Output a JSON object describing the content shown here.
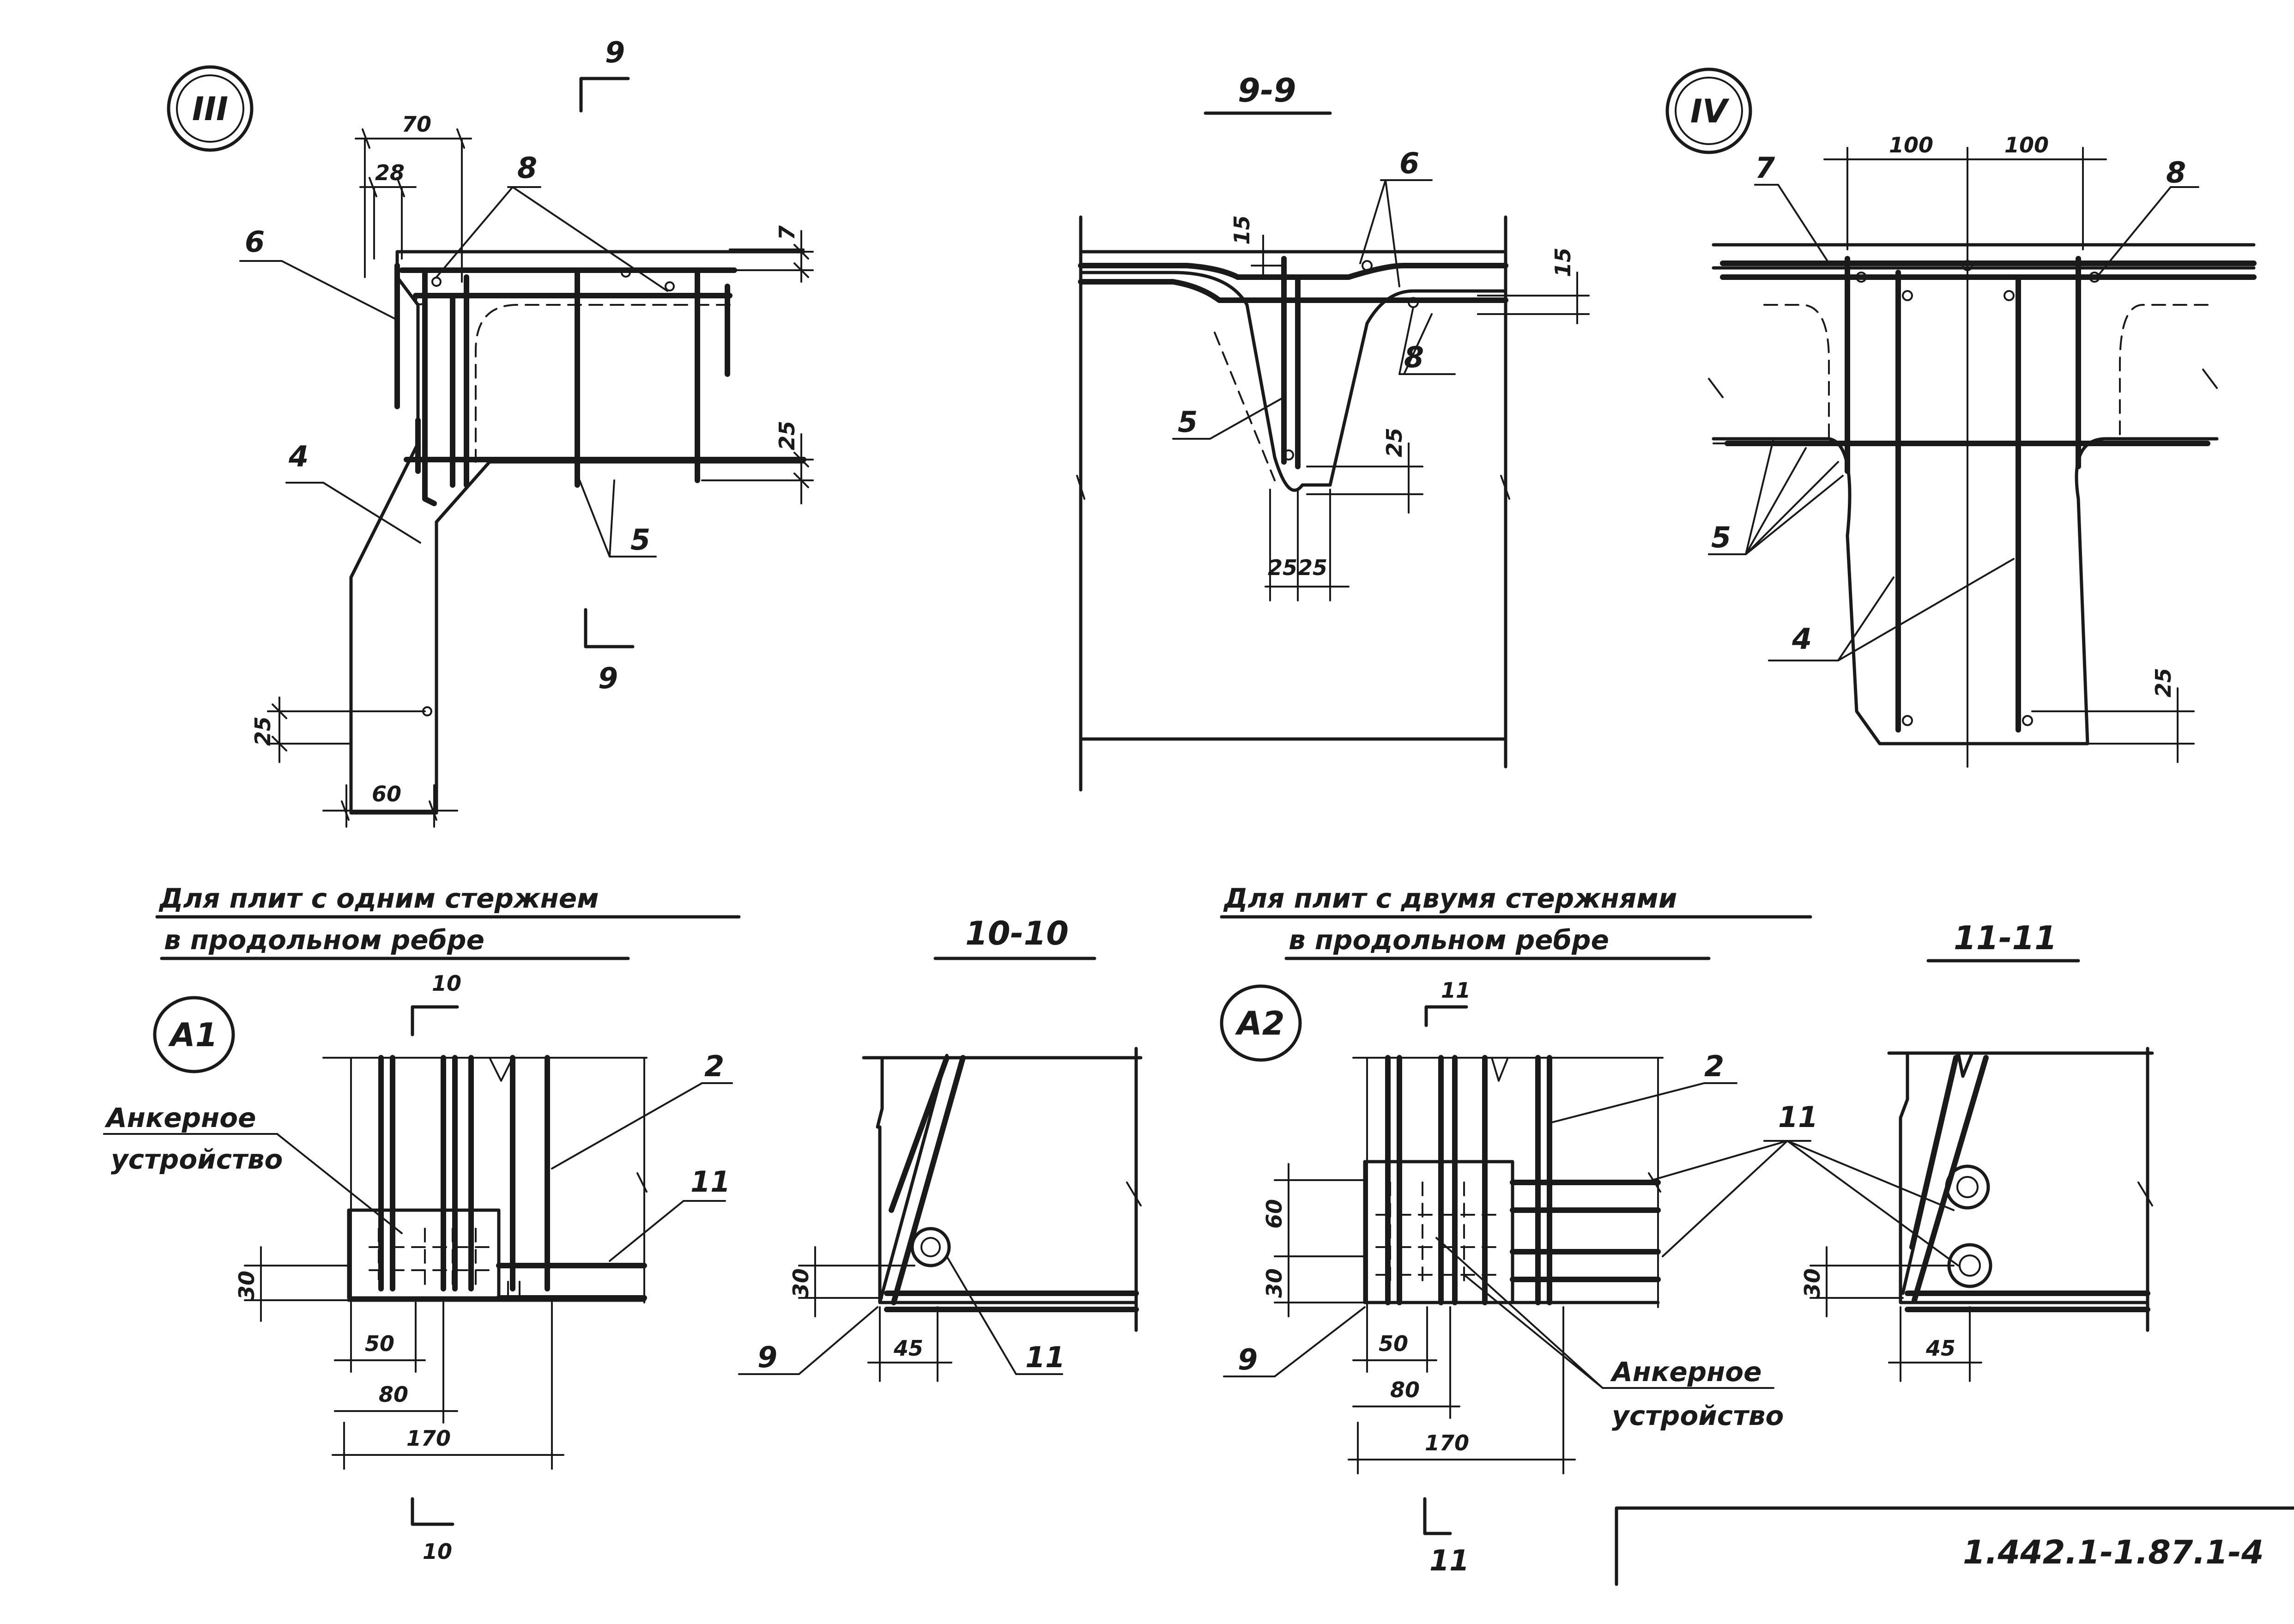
{
  "sheet": {
    "code": "1.442.1-1.87.1-4"
  },
  "detail_III": {
    "marker": "III",
    "cut_top": "9",
    "cut_bottom": "9",
    "dims": {
      "d70": "70",
      "d28": "28",
      "d7": "7",
      "d25a": "25",
      "d25b": "25",
      "d60": "60"
    },
    "labels": {
      "p6": "6",
      "p8": "8",
      "p4": "4",
      "p5": "5"
    }
  },
  "section_9": {
    "title": "9-9",
    "dims": {
      "d15a": "15",
      "d15b": "15",
      "d25": "25",
      "d25l": "25",
      "d25r": "25"
    },
    "labels": {
      "p6": "6",
      "p8": "8",
      "p5": "5"
    }
  },
  "detail_IV": {
    "marker": "IV",
    "dims": {
      "d100a": "100",
      "d100b": "100",
      "d25": "25"
    },
    "labels": {
      "p7": "7",
      "p8": "8",
      "p5": "5",
      "p4": "4"
    }
  },
  "caption_one": {
    "line1": "Для плит с одним стержнем",
    "line2": "в продольном ребре"
  },
  "caption_two": {
    "line1": "Для плит с двумя стержнями",
    "line2": "в продольном ребре"
  },
  "detail_A1": {
    "marker": "A1",
    "cut_top": "10",
    "cut_bottom": "10",
    "anchor_label_1": "Анкерное",
    "anchor_label_2": "устройство",
    "dims": {
      "d30": "30",
      "d50": "50",
      "d80": "80",
      "d170": "170"
    },
    "labels": {
      "p2": "2",
      "p11": "11"
    }
  },
  "section_10": {
    "title": "10-10",
    "dims": {
      "d30": "30",
      "d45": "45"
    },
    "labels": {
      "p9": "9",
      "p11": "11"
    }
  },
  "detail_A2": {
    "marker": "A2",
    "cut_top": "11",
    "cut_bottom": "11",
    "anchor_label_1": "Анкерное",
    "anchor_label_2": "устройство",
    "dims": {
      "d60": "60",
      "d30": "30",
      "d50": "50",
      "d80": "80",
      "d170": "170"
    },
    "labels": {
      "p2": "2",
      "p11": "11",
      "p9": "9"
    }
  },
  "section_11": {
    "title": "11-11",
    "dims": {
      "d30": "30",
      "d45": "45"
    }
  }
}
